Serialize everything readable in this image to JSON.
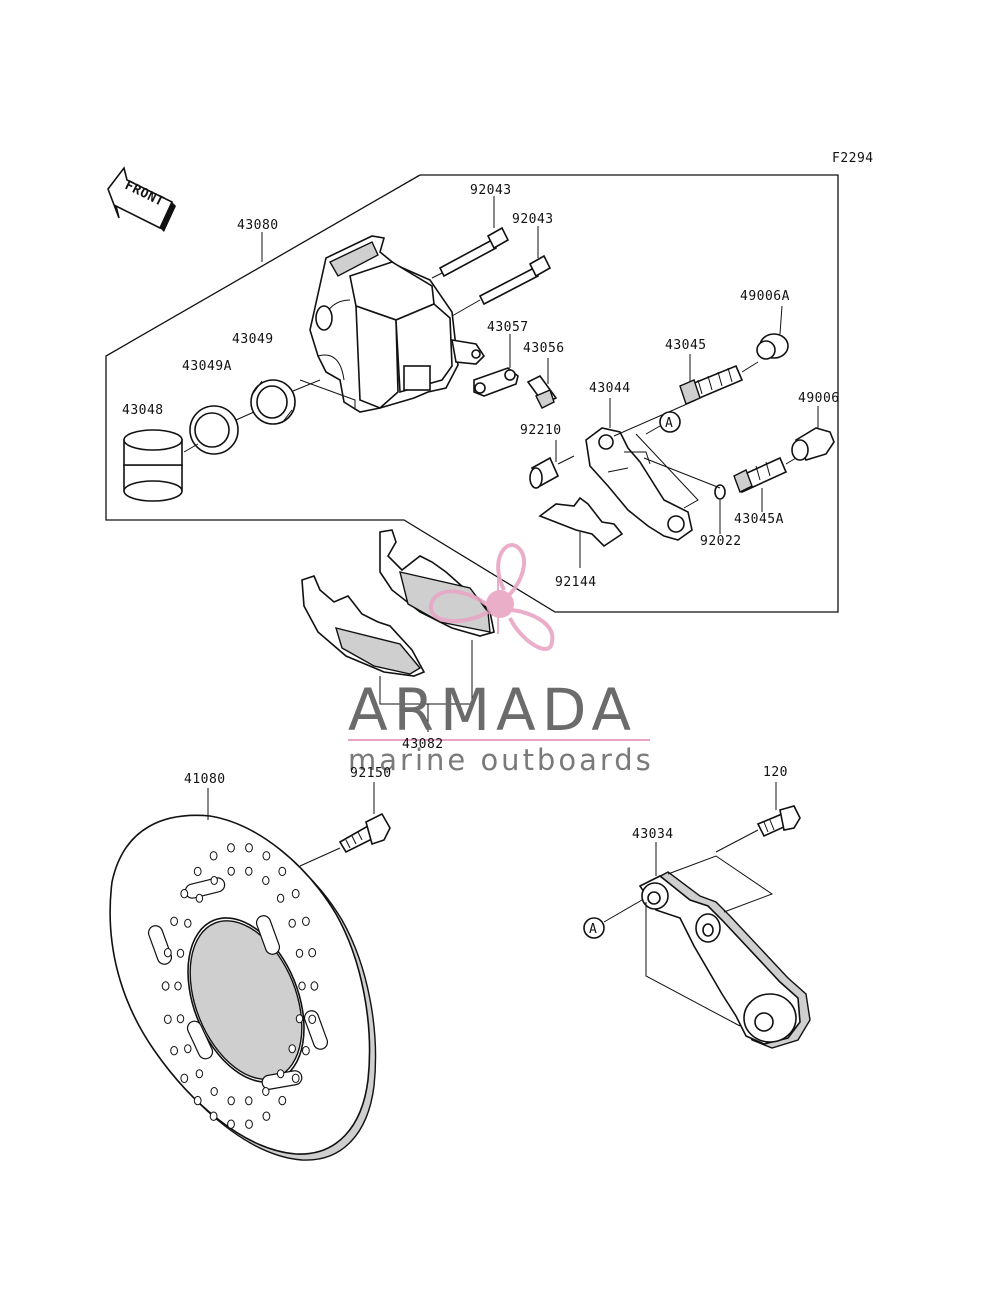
{
  "figure_code": "F2294",
  "front_arrow_label": "FRONT",
  "ref_mark": "A",
  "parts": {
    "caliper_assembly": "43080",
    "pin_1": "92043",
    "pin_2": "92043",
    "bracket_clip": "43057",
    "bleeder_valve": "43056",
    "slide_pin": "43045",
    "slide_pin_boot": "49006A",
    "caliper_bracket": "43044",
    "bushing": "92210",
    "boot": "49006",
    "slide_pin_b": "43045A",
    "circlip": "92022",
    "pad_spring": "92144",
    "piston": "43048",
    "dust_seal": "43049A",
    "piston_seal": "43049",
    "brake_pad_set": "43082",
    "brake_disc": "41080",
    "disc_bolt": "92150",
    "bolt": "120",
    "torque_link": "43034"
  },
  "watermark": {
    "brand": "ARMADA",
    "tagline": "marine outboards",
    "accent_color": "#e8a6c4"
  }
}
